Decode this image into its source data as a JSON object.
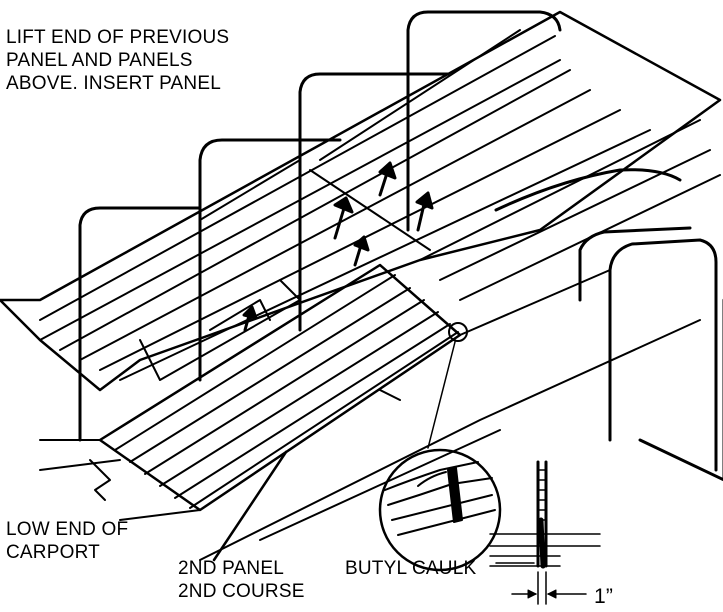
{
  "labels": {
    "lift_end": [
      "LIFT END OF PREVIOUS",
      "PANEL AND PANELS",
      "ABOVE. INSERT PANEL"
    ],
    "low_end": [
      "LOW END OF",
      "CARPORT"
    ],
    "panel": [
      "2ND PANEL",
      "2ND COURSE"
    ],
    "butyl": "BUTYL CAULK",
    "dimension": "1”"
  },
  "colors": {
    "ink": "#000000",
    "paper": "#ffffff"
  }
}
